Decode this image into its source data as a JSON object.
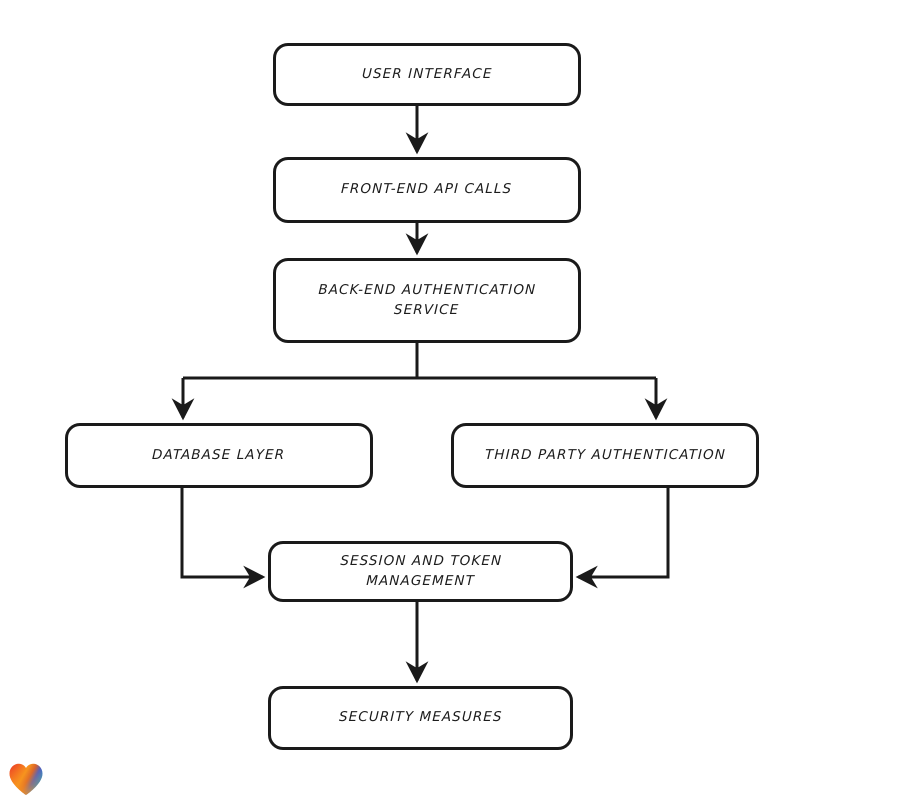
{
  "diagram": {
    "title": "Authentication System Architecture Flowchart",
    "style": "hand-drawn flowchart",
    "background_color": "#ffffff",
    "stroke_color": "#1a1a1a",
    "text_color": "#1c1c1c",
    "nodes": [
      {
        "id": "user-interface",
        "label": "User Interface"
      },
      {
        "id": "frontend-api",
        "label": "Front-End API Calls"
      },
      {
        "id": "backend-auth",
        "label": "Back-End Authentication\nService"
      },
      {
        "id": "database-layer",
        "label": "Database Layer"
      },
      {
        "id": "third-party-auth",
        "label": "Third Party Authentication"
      },
      {
        "id": "session-token",
        "label": "Session and Token\nManagement"
      },
      {
        "id": "security",
        "label": "Security Measures"
      }
    ],
    "edges": [
      {
        "from": "user-interface",
        "to": "frontend-api",
        "direction": "down"
      },
      {
        "from": "frontend-api",
        "to": "backend-auth",
        "direction": "down"
      },
      {
        "from": "backend-auth",
        "to": "database-layer",
        "direction": "down-left-branch"
      },
      {
        "from": "backend-auth",
        "to": "third-party-auth",
        "direction": "down-right-branch"
      },
      {
        "from": "database-layer",
        "to": "session-token",
        "direction": "down-then-right"
      },
      {
        "from": "third-party-auth",
        "to": "session-token",
        "direction": "down-then-left"
      },
      {
        "from": "session-token",
        "to": "security",
        "direction": "down"
      }
    ]
  },
  "watermark": {
    "icon": "heart-icon",
    "gradient_start": "#e8232a",
    "gradient_mid": "#f7941e",
    "gradient_end": "#1b9ad6"
  }
}
